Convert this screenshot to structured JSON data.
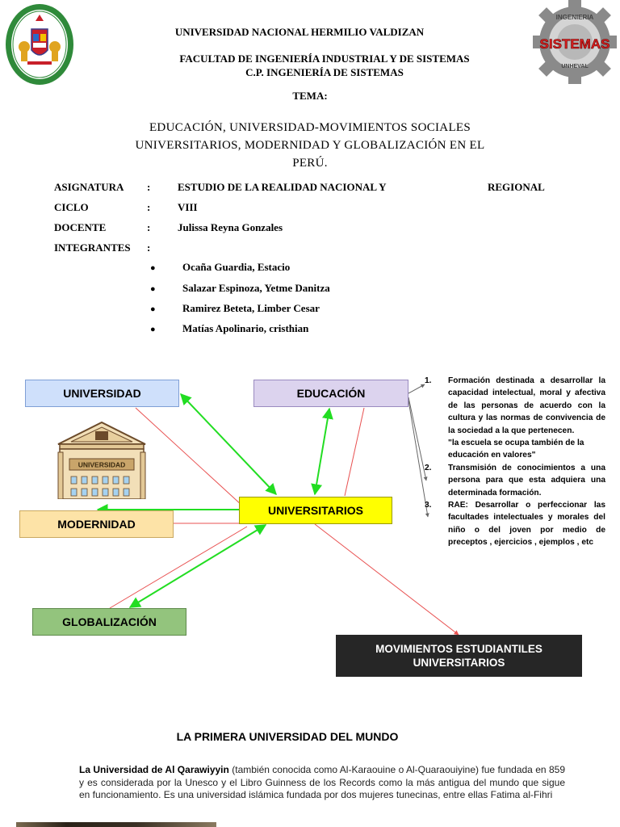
{
  "header": {
    "university": "UNIVERSIDAD NACIONAL HERMILIO VALDIZAN",
    "faculty": "FACULTAD DE INGENIERÍA INDUSTRIAL Y DE SISTEMAS",
    "program": "C.P. INGENIERÍA DE SISTEMAS",
    "tema_label": "TEMA:"
  },
  "logos": {
    "right_top_text": "INGENIERIA",
    "right_main_text": "SISTEMAS",
    "right_bottom_text": "UNHEVAL"
  },
  "title": {
    "line1": "EDUCACIÓN, UNIVERSIDAD-MOVIMIENTOS SOCIALES",
    "line2": "UNIVERSITARIOS, MODERNIDAD Y GLOBALIZACIÓN EN EL",
    "line3": "PERÚ."
  },
  "info": {
    "asignatura_label": "ASIGNATURA",
    "asignatura_value": "ESTUDIO DE LA REALIDAD NACIONAL Y",
    "asignatura_value2": "REGIONAL",
    "ciclo_label": "CICLO",
    "ciclo_value": "VIII",
    "docente_label": "DOCENTE",
    "docente_value": "Julissa Reyna Gonzales",
    "integrantes_label": "INTEGRANTES",
    "colon": ":",
    "bullet": "●",
    "integrantes": [
      "Ocaña Guardia, Estacio",
      "Salazar Espinoza, Yetme Danitza",
      "Ramirez Beteta, Limber Cesar",
      "Matías Apolinario, cristhian"
    ]
  },
  "diagram": {
    "universidad": "UNIVERSIDAD",
    "educacion": "EDUCACIÓN",
    "modernidad": "MODERNIDAD",
    "universitarios": "UNIVERSITARIOS",
    "globalizacion": "GLOBALIZACIÓN",
    "movimientos_line1": "MOVIMIENTOS ESTUDIANTILES",
    "movimientos_line2": "UNIVERSITARIOS",
    "building_sign": "UNIVERSIDAD",
    "colors": {
      "universidad_bg": "#cfe0fb",
      "educacion_bg": "#dcd3ee",
      "modernidad_bg": "#fde3a7",
      "universitarios_bg": "#ffff00",
      "globalizacion_bg": "#93c47d",
      "movimientos_bg": "#262626",
      "green_arrow": "#22dd22",
      "red_line": "#e85050"
    }
  },
  "definitions": [
    {
      "num": "1.",
      "text": "Formación destinada a desarrollar la capacidad intelectual, moral y afectiva de las personas de acuerdo con la cultura y las normas de convivencia de la sociedad a la que pertenecen.",
      "quote": "\"la escuela se ocupa también de la educación en valores\""
    },
    {
      "num": "2.",
      "text": "Transmisión de conocimientos a una persona para que esta adquiera una determinada formación."
    },
    {
      "num": "3.",
      "text": "RAE: Desarrollar o perfeccionar las facultades intelectuales y morales del niño o del joven por medio de preceptos , ejercicios , ejemplos , etc"
    }
  ],
  "section": {
    "heading": "LA PRIMERA UNIVERSIDAD DEL MUNDO",
    "para_bold": "La Universidad de Al Qarawiyyin",
    "para_rest": " (también conocida como Al-Karaouine o Al-Quaraouiyine) fue fundada en 859 y es considerada por la Unesco y el Libro Guinness de los Records como la más antigua del mundo que sigue en funcionamiento. Es una universidad islámica fundada por dos mujeres tunecinas, entre ellas Fatima al-Fihri"
  }
}
